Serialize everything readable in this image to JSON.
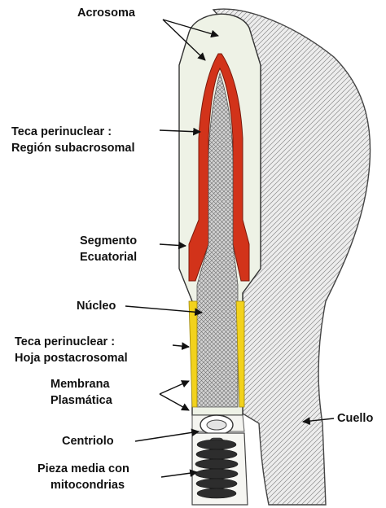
{
  "title": "",
  "labels": {
    "acrosoma": "Acrosoma",
    "teca_subacrosomal_1": "Teca perinuclear :",
    "teca_subacrosomal_2": "Región subacrosomal",
    "segmento_1": "Segmento",
    "segmento_2": "Ecuatorial",
    "nucleo": "Núcleo",
    "teca_postacrosomal_1": "Teca perinuclear :",
    "teca_postacrosomal_2": "Hoja postacrosomal",
    "membrana_1": "Membrana",
    "membrana_2": "Plasmática",
    "centriolo": "Centriolo",
    "pieza_1": "Pieza media con",
    "pieza_2": "mitocondrias",
    "cuello": "Cuello"
  },
  "colors": {
    "acrosome_red": "#d2331a",
    "postacrosomal_yellow": "#f2d21c",
    "nucleus_gray": "#bdbdbd",
    "membrane_fill": "#eef2e6",
    "outline": "#333333",
    "text": "#111111"
  }
}
